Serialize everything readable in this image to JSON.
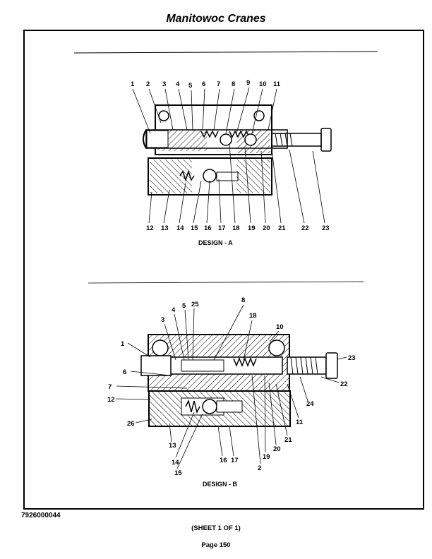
{
  "header": {
    "title": "Manitowoc Cranes"
  },
  "design_a": {
    "caption": "DESIGN - A",
    "top_labels": [
      "1",
      "2",
      "3",
      "4",
      "5",
      "6",
      "7",
      "8",
      "9",
      "10",
      "11"
    ],
    "bottom_labels": [
      "12",
      "13",
      "14",
      "15",
      "16",
      "17",
      "18",
      "19",
      "20",
      "21",
      "22",
      "23"
    ]
  },
  "design_b": {
    "caption": "DESIGN - B",
    "labels": [
      "1",
      "3",
      "4",
      "5",
      "25",
      "8",
      "18",
      "10",
      "23",
      "22",
      "24",
      "6",
      "7",
      "12",
      "26",
      "13",
      "14",
      "15",
      "16",
      "17",
      "2",
      "19",
      "20",
      "21",
      "11"
    ]
  },
  "footer": {
    "doc_number": "7926000044",
    "sheet": "(SHEET 1 OF 1)",
    "page": "Page 150"
  }
}
